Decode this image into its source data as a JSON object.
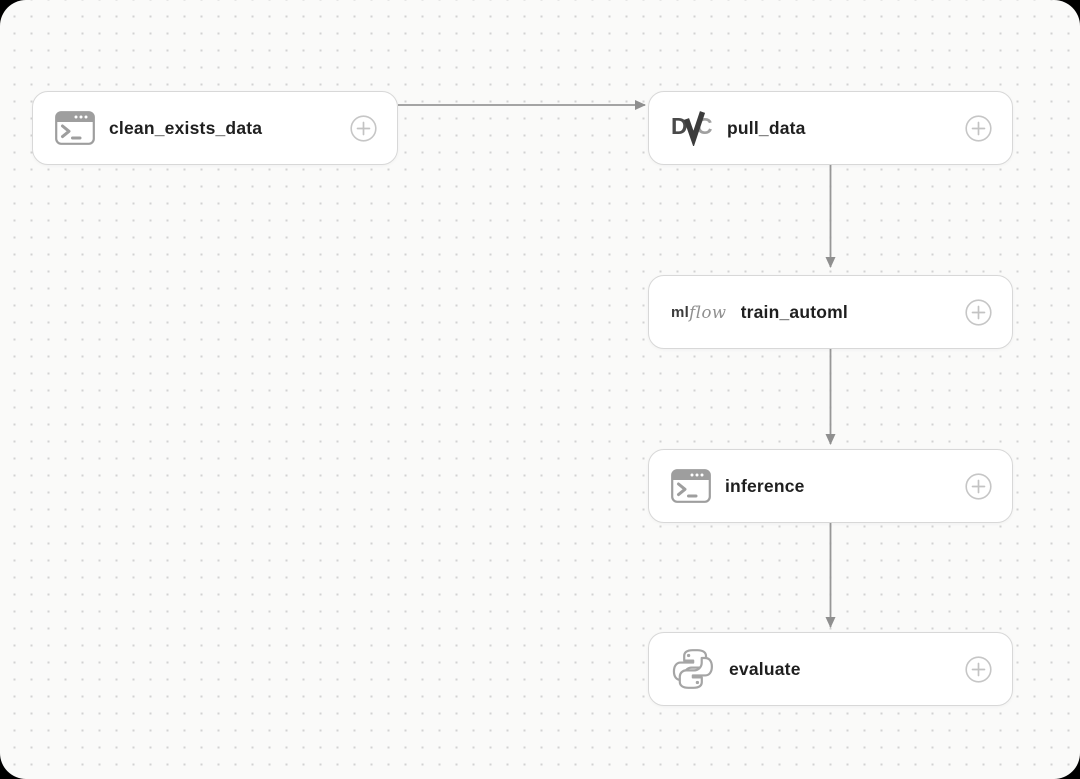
{
  "canvas": {
    "background_color": "#fafaf9",
    "dot_color": "#d2d2d2",
    "outer_color": "#000000"
  },
  "colors": {
    "node_background": "#ffffff",
    "node_border": "#d8d8d8",
    "label_text": "#1f1f1f",
    "edge": "#979797",
    "plus_icon": "#c6c6c6",
    "icon_gray": "#9e9e9e"
  },
  "nodes": [
    {
      "id": "clean_exists_data",
      "label": "clean_exists_data",
      "icon": "terminal-icon"
    },
    {
      "id": "pull_data",
      "label": "pull_data",
      "icon": "dvc-icon"
    },
    {
      "id": "train_automl",
      "label": "train_automl",
      "icon": "mlflow-icon"
    },
    {
      "id": "inference",
      "label": "inference",
      "icon": "terminal-icon"
    },
    {
      "id": "evaluate",
      "label": "evaluate",
      "icon": "python-icon"
    }
  ],
  "edges": [
    {
      "from": "clean_exists_data",
      "to": "pull_data"
    },
    {
      "from": "pull_data",
      "to": "train_automl"
    },
    {
      "from": "train_automl",
      "to": "inference"
    },
    {
      "from": "inference",
      "to": "evaluate"
    }
  ],
  "logos": {
    "dvc": {
      "d": "D",
      "c": "C"
    },
    "mlflow": {
      "ml": "ml",
      "flow": "flow"
    }
  }
}
